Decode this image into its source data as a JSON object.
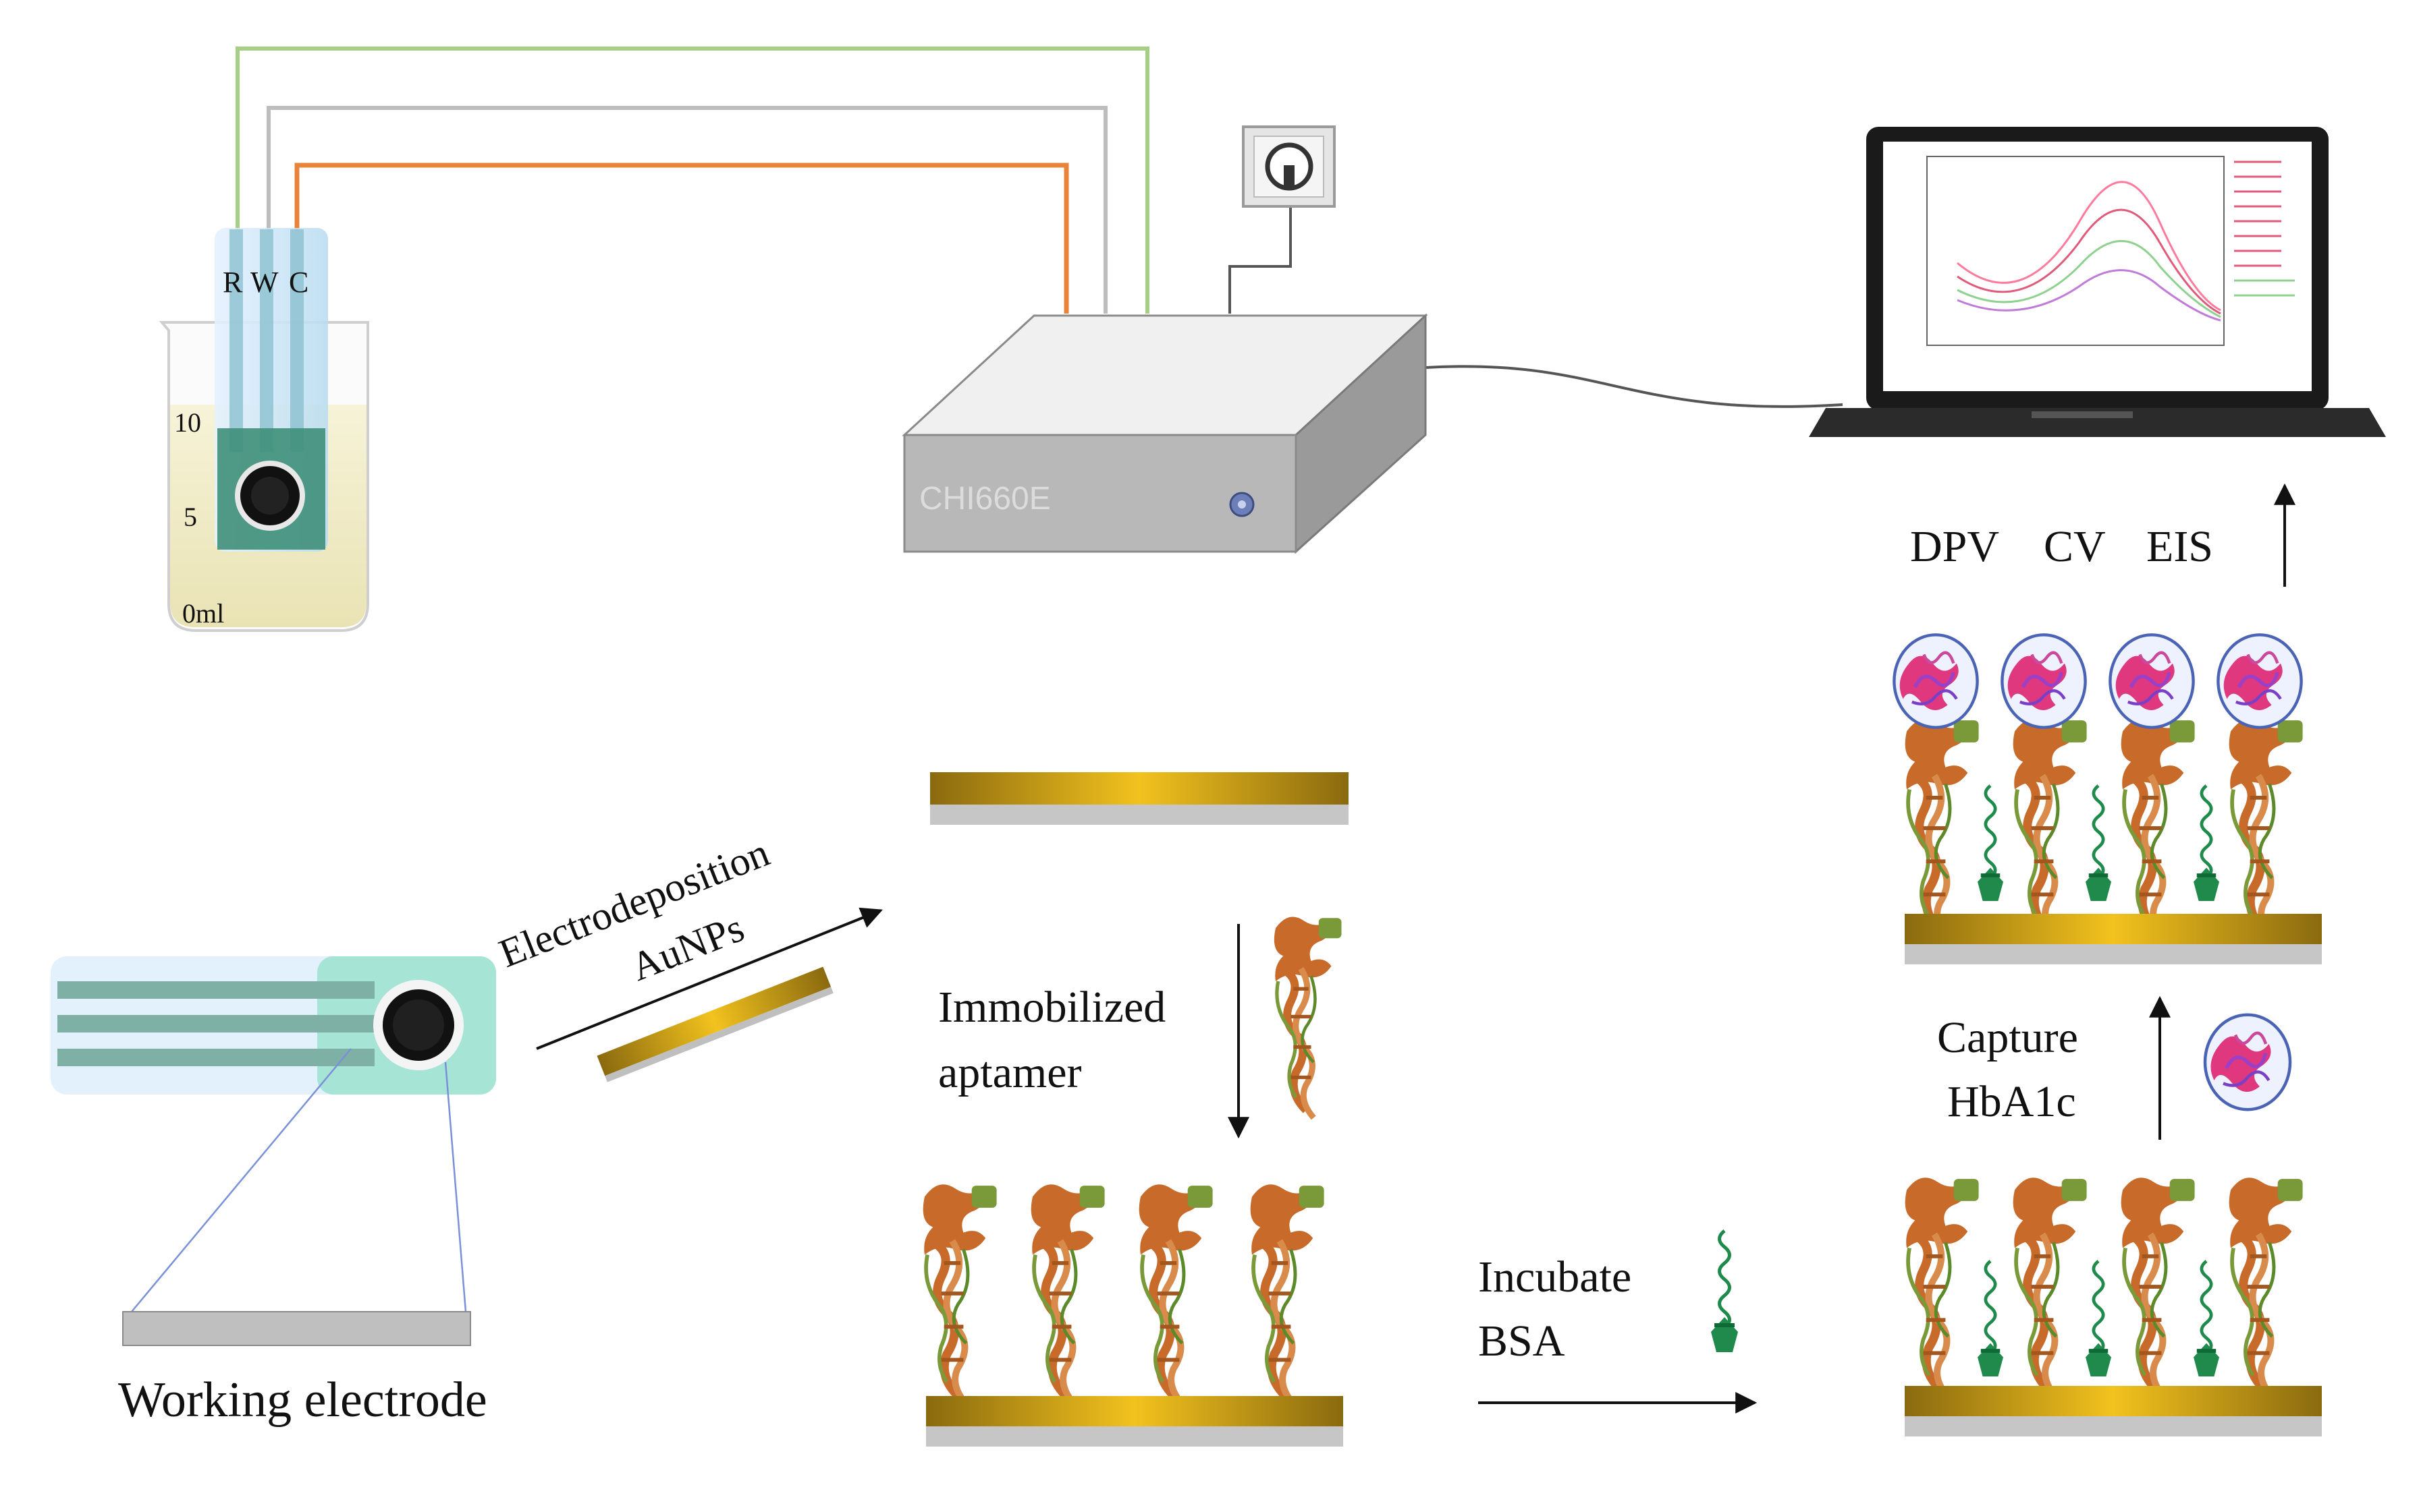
{
  "electrodes": {
    "ref": "R",
    "work": "W",
    "counter": "C"
  },
  "beaker_marks": {
    "m10": "10",
    "m5": "5",
    "m0": "0ml"
  },
  "instrument": {
    "model": "CHI660E"
  },
  "techniques": {
    "a": "DPV",
    "b": "CV",
    "c": "EIS"
  },
  "labels": {
    "electrodeposition": "Electrodeposition",
    "aunps": "AuNPs",
    "immobilized": "Immobilized",
    "aptamer": "aptamer",
    "incubate": "Incubate",
    "bsa": "BSA",
    "capture": "Capture",
    "hba1c": "HbA1c",
    "working_electrode": "Working electrode"
  },
  "colors": {
    "wire_green": "#a6cf86",
    "wire_gray": "#bdbdbd",
    "wire_orange": "#e8833a",
    "gold": "#d4a51c",
    "substrate": "#bfbfbf",
    "electrode_teal": "#3f8f7a",
    "aptamer_brown": "#c76a2a",
    "aptamer_green": "#7a9a3a",
    "bsa_green": "#1f8a4c",
    "hba1c_pink": "#e0387e"
  }
}
